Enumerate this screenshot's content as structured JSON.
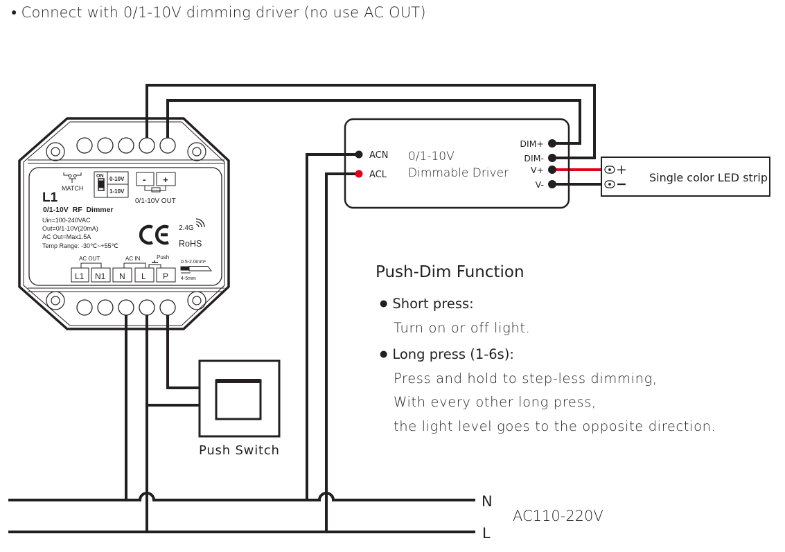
{
  "heading": {
    "bullet": "●",
    "text": "Connect with 0/1-10V dimming driver (no use AC OUT)"
  },
  "controller": {
    "model": "L1",
    "name": "0/1-10V  RF  Dimmer",
    "specs": [
      "Uin=100-240VAC",
      "Out=0/1-10V(20mA)",
      "AC Out=Max1.5A",
      "Temp Range: -30℃~+55℃"
    ],
    "match_label": "MATCH",
    "switch_on_label": "ON",
    "switch_options": [
      "0-10V",
      "1-10V"
    ],
    "output_terminals": [
      "-",
      "+"
    ],
    "output_label": "0/1-10V OUT",
    "ce_mark": "CE",
    "wireless": "2.4G",
    "rohs": "RoHS",
    "group_labels": {
      "ac_out": "AC OUT",
      "ac_in": "AC IN",
      "push": "Push"
    },
    "terminals": [
      "L1",
      "N1",
      "N",
      "L",
      "P"
    ],
    "wire_gauge": "0.5-2.0mm²",
    "strip_length": "4-5mm"
  },
  "driver": {
    "title_line1": "0/1-10V",
    "title_line2": "Dimmable Driver",
    "inputs": [
      {
        "label": "ACN",
        "color": "#231f20"
      },
      {
        "label": "ACL",
        "color": "#e3001b"
      }
    ],
    "outputs": [
      "DIM+",
      "DIM-",
      "V+",
      "V-"
    ]
  },
  "led_strip": {
    "label": "Single color LED strip",
    "plus": "+",
    "minus": "−"
  },
  "push_switch": {
    "label": "Push Switch"
  },
  "mains": {
    "n_label": "N",
    "l_label": "L",
    "voltage": "AC110-220V"
  },
  "function": {
    "title": "Push-Dim Function",
    "items": [
      {
        "bullet": "●",
        "title": "Short press:",
        "lines": [
          "Turn on or off light."
        ]
      },
      {
        "bullet": "●",
        "title": "Long press (1-6s):",
        "lines": [
          "Press and hold to step-less dimming,",
          "With every other long press,",
          "the light level goes to the opposite direction."
        ]
      }
    ]
  },
  "colors": {
    "wire": "#231f20",
    "live_wire": "#e3001b"
  }
}
